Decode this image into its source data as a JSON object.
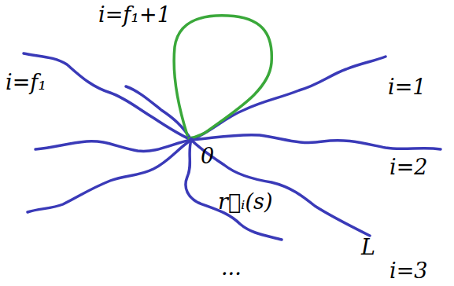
{
  "diagram": {
    "labels": [
      "i=f₁+1",
      "i=f₁",
      "i=1",
      "i=2",
      "0",
      "r⃗ᵢ(s)",
      "L",
      "i=3",
      "..."
    ]
  }
}
